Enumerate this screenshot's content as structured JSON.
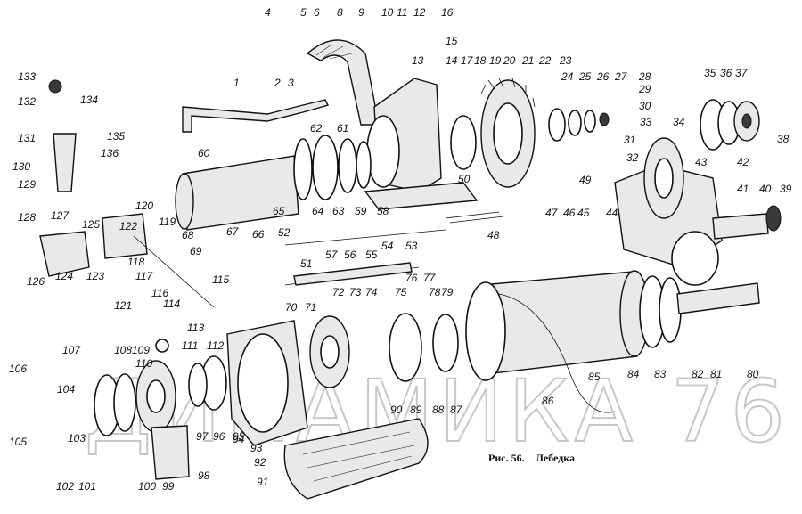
{
  "caption": {
    "prefix": "Рис. 56.",
    "title": "Лебедка"
  },
  "watermark": "ДИНАМИКА 76",
  "colors": {
    "ink": "#111111",
    "paper": "#ffffff",
    "watermark": "#9a9a9a"
  },
  "callouts": [
    "1",
    "2",
    "3",
    "4",
    "5",
    "6",
    "8",
    "9",
    "10",
    "11",
    "12",
    "13",
    "14",
    "15",
    "16",
    "17",
    "18",
    "19",
    "20",
    "21",
    "22",
    "23",
    "24",
    "25",
    "26",
    "27",
    "28",
    "29",
    "30",
    "31",
    "32",
    "33",
    "34",
    "35",
    "36",
    "37",
    "38",
    "39",
    "40",
    "41",
    "42",
    "43",
    "44",
    "45",
    "46",
    "47",
    "48",
    "49",
    "50",
    "51",
    "52",
    "53",
    "54",
    "55",
    "56",
    "57",
    "58",
    "59",
    "60",
    "61",
    "62",
    "63",
    "64",
    "65",
    "66",
    "67",
    "68",
    "69",
    "70",
    "71",
    "72",
    "73",
    "74",
    "75",
    "76",
    "77",
    "78",
    "79",
    "80",
    "81",
    "82",
    "83",
    "84",
    "85",
    "86",
    "87",
    "88",
    "89",
    "90",
    "91",
    "92",
    "93",
    "94",
    "95",
    "96",
    "97",
    "98",
    "99",
    "100",
    "101",
    "102",
    "103",
    "104",
    "105",
    "106",
    "107",
    "108",
    "109",
    "110",
    "111",
    "112",
    "113",
    "114",
    "115",
    "116",
    "117",
    "118",
    "119",
    "120",
    "121",
    "122",
    "123",
    "124",
    "125",
    "126",
    "127",
    "128",
    "129",
    "130",
    "131",
    "132",
    "133",
    "134",
    "135",
    "136"
  ]
}
